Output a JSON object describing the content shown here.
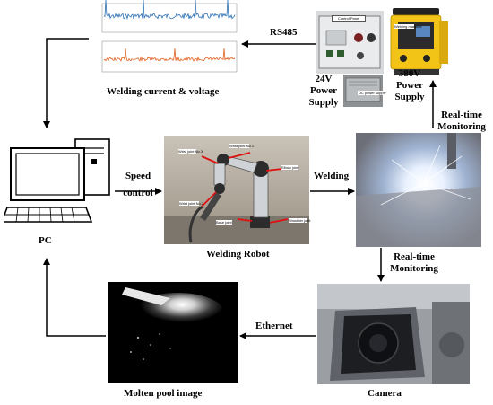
{
  "labels": {
    "rs485": "RS485",
    "welding_current_voltage": "Welding current & voltage",
    "power24_line1": "24V",
    "power24_line2": "Power",
    "power24_line3": "Supply",
    "power380_line1": "380V",
    "power380_line2": "Power",
    "power380_line3": "Supply",
    "realtime_top_line1": "Real-time",
    "realtime_top_line2": "Monitoring",
    "pc": "PC",
    "speed_line1": "Speed",
    "speed_line2": "control",
    "welding": "Welding",
    "welding_robot": "Welding Robot",
    "realtime_mid_line1": "Real-time",
    "realtime_mid_line2": "Monitoring",
    "ethernet": "Ethernet",
    "molten_pool_image": "Molten pool image",
    "camera": "Camera"
  },
  "robot_callouts": {
    "wrist3": "Wrist joint No.3",
    "wrist1": "Wrist joint No.1",
    "elbow": "Elbow joint",
    "wrist2": "Wrist joint No.2",
    "base": "Base joint",
    "shoulder": "Shoulder joint"
  },
  "equipment_labels": {
    "control_panel": "Control Panel",
    "welding_machine": "Welding machine",
    "dc_power": "DC power supply"
  },
  "colors": {
    "current_trace": "#2b6fb6",
    "voltage_trace": "#e2611e",
    "welder_yellow": "#f2c417",
    "arrow_red": "#e01010"
  }
}
